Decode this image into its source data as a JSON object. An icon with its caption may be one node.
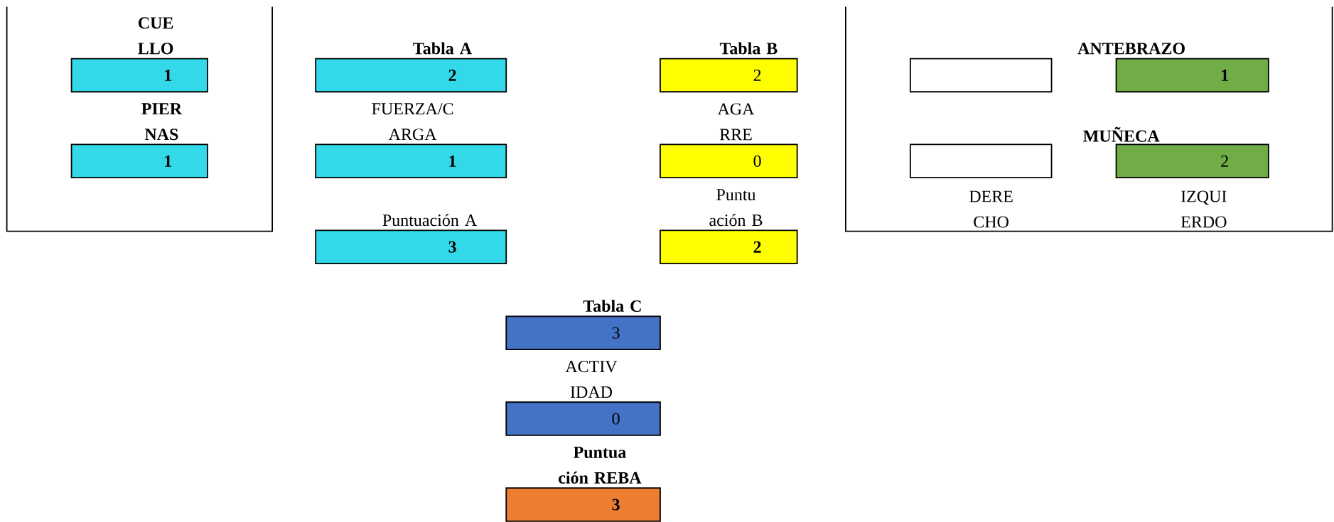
{
  "diagram": {
    "nodes": [
      {
        "text": [
          "CUE LLO",
          "1"
        ]
      },
      {
        "text": [
          "PIER NAS",
          "1"
        ]
      },
      {
        "text": [
          "Tabla A",
          "2"
        ]
      },
      {
        "text": [
          "FUERZA/C ARGA",
          "1"
        ]
      },
      {
        "text": [
          "Puntuación A",
          "3"
        ]
      },
      {
        "text": [
          "Tabla B",
          "2"
        ]
      },
      {
        "text": [
          "AGA RRE",
          "0"
        ]
      },
      {
        "text": [
          "Puntu ación B",
          "2"
        ]
      },
      {
        "text": [
          "Tabla C",
          "3"
        ]
      },
      {
        "text": [
          "ACTIV IDAD",
          "0"
        ]
      },
      {
        "text": [
          "Puntua ción REBA",
          "3"
        ]
      },
      {
        "text": [],
        "shape": "box"
      },
      {
        "text": [
          "1"
        ]
      },
      {
        "text": [],
        "shape": "box"
      },
      {
        "text": [
          "2"
        ]
      }
    ],
    "labels": [
      "ANTEBRAZO",
      "MUÑECA",
      "DERE CHO",
      "IZQUI ERDO"
    ]
  }
}
